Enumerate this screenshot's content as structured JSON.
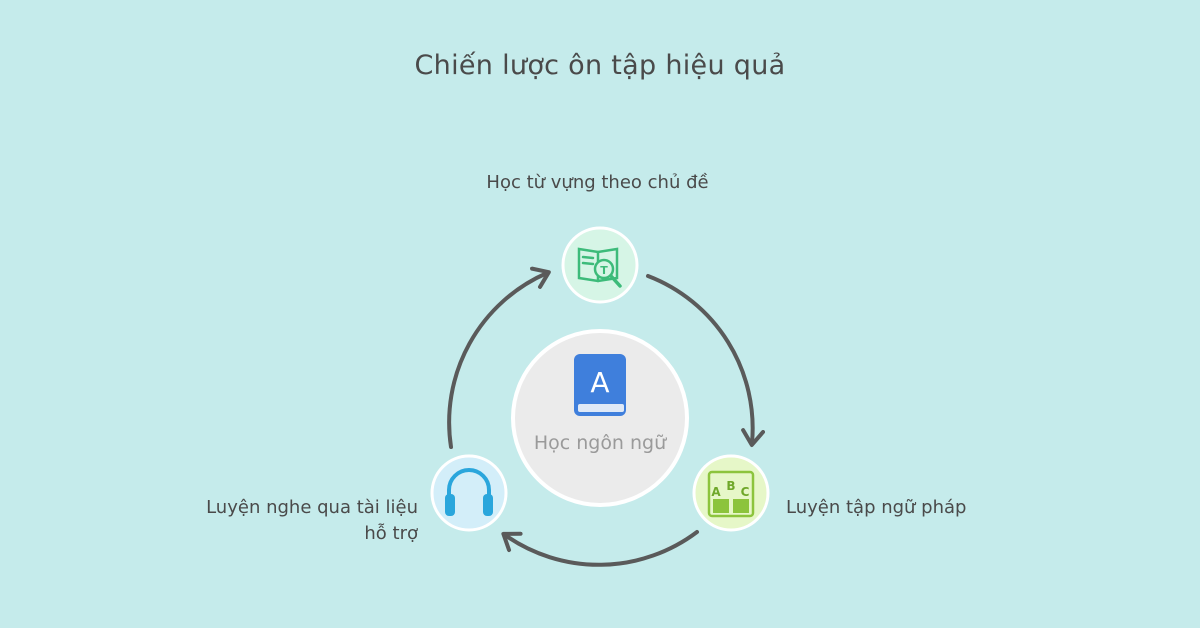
{
  "title": "Chiến lược ôn tập hiệu quả",
  "center": {
    "label": "Học ngôn ngữ",
    "icon": "book-letter-a-icon",
    "color": "#3f7fdc"
  },
  "nodes": [
    {
      "id": "vocabulary",
      "label": "Học từ vựng theo chủ đề",
      "icon": "book-magnifier-icon",
      "color": "#3dbb7a"
    },
    {
      "id": "grammar",
      "label": "Luyện tập ngữ pháp",
      "icon": "abc-blocks-icon",
      "color": "#8cc43c"
    },
    {
      "id": "listening",
      "label": "Luyện nghe qua tài liệu hỗ trợ",
      "icon": "headphones-icon",
      "color": "#2aa6dc"
    }
  ],
  "colors": {
    "background": "#c5ebeb",
    "arrow": "#5a5a5a",
    "center_fill": "#ebebeb"
  }
}
